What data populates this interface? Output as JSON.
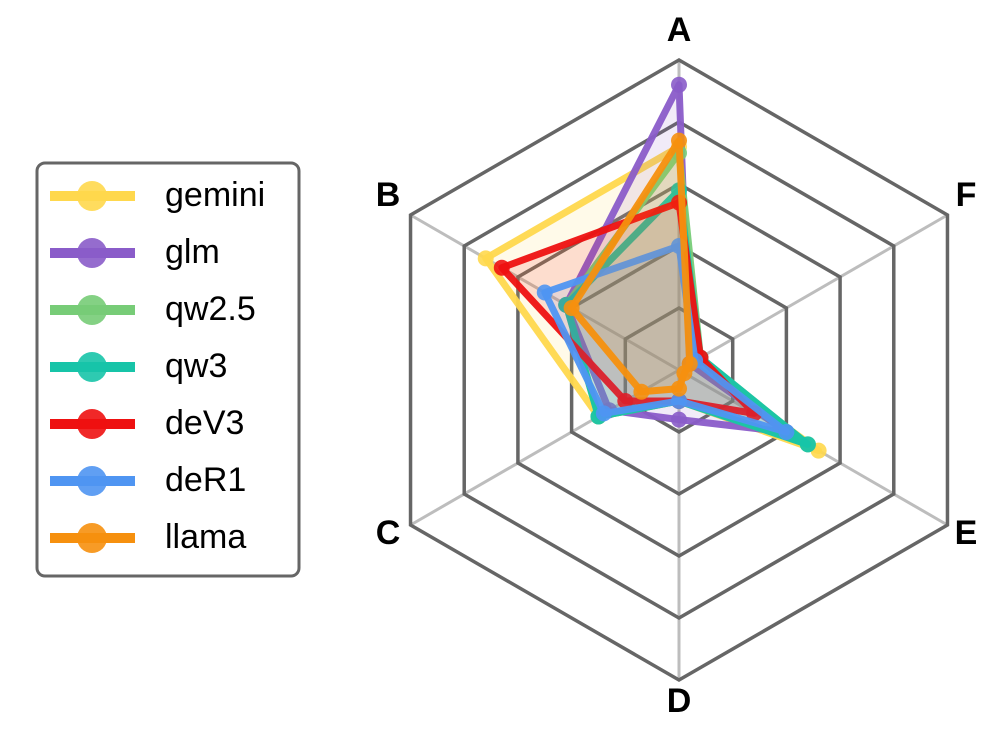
{
  "chart_data": {
    "type": "radar",
    "axes": [
      "A",
      "B",
      "C",
      "D",
      "E",
      "F"
    ],
    "rlim": [
      0,
      5
    ],
    "grid": true,
    "legend_position": "left",
    "series": [
      {
        "name": "gemini",
        "color": "#FFD84D",
        "values": [
          3.6,
          3.6,
          1.5,
          0.5,
          2.6,
          0.3
        ]
      },
      {
        "name": "glm",
        "color": "#8A5CC9",
        "values": [
          4.6,
          2.1,
          1.3,
          0.8,
          2.0,
          0.2
        ]
      },
      {
        "name": "qw2.5",
        "color": "#77CC77",
        "values": [
          3.5,
          2.1,
          1.5,
          0.5,
          2.4,
          0.4
        ]
      },
      {
        "name": "qw3",
        "color": "#17C4A8",
        "values": [
          2.9,
          2.1,
          1.5,
          0.5,
          2.4,
          0.4
        ]
      },
      {
        "name": "deV3",
        "color": "#EE1111",
        "values": [
          2.7,
          3.3,
          1.0,
          0.5,
          1.4,
          0.4
        ]
      },
      {
        "name": "deR1",
        "color": "#4F95F2",
        "values": [
          2.0,
          2.5,
          1.4,
          0.5,
          2.0,
          0.3
        ]
      },
      {
        "name": "llama",
        "color": "#F6900E",
        "values": [
          3.7,
          2.0,
          0.7,
          0.3,
          0.1,
          0.2
        ]
      }
    ]
  }
}
